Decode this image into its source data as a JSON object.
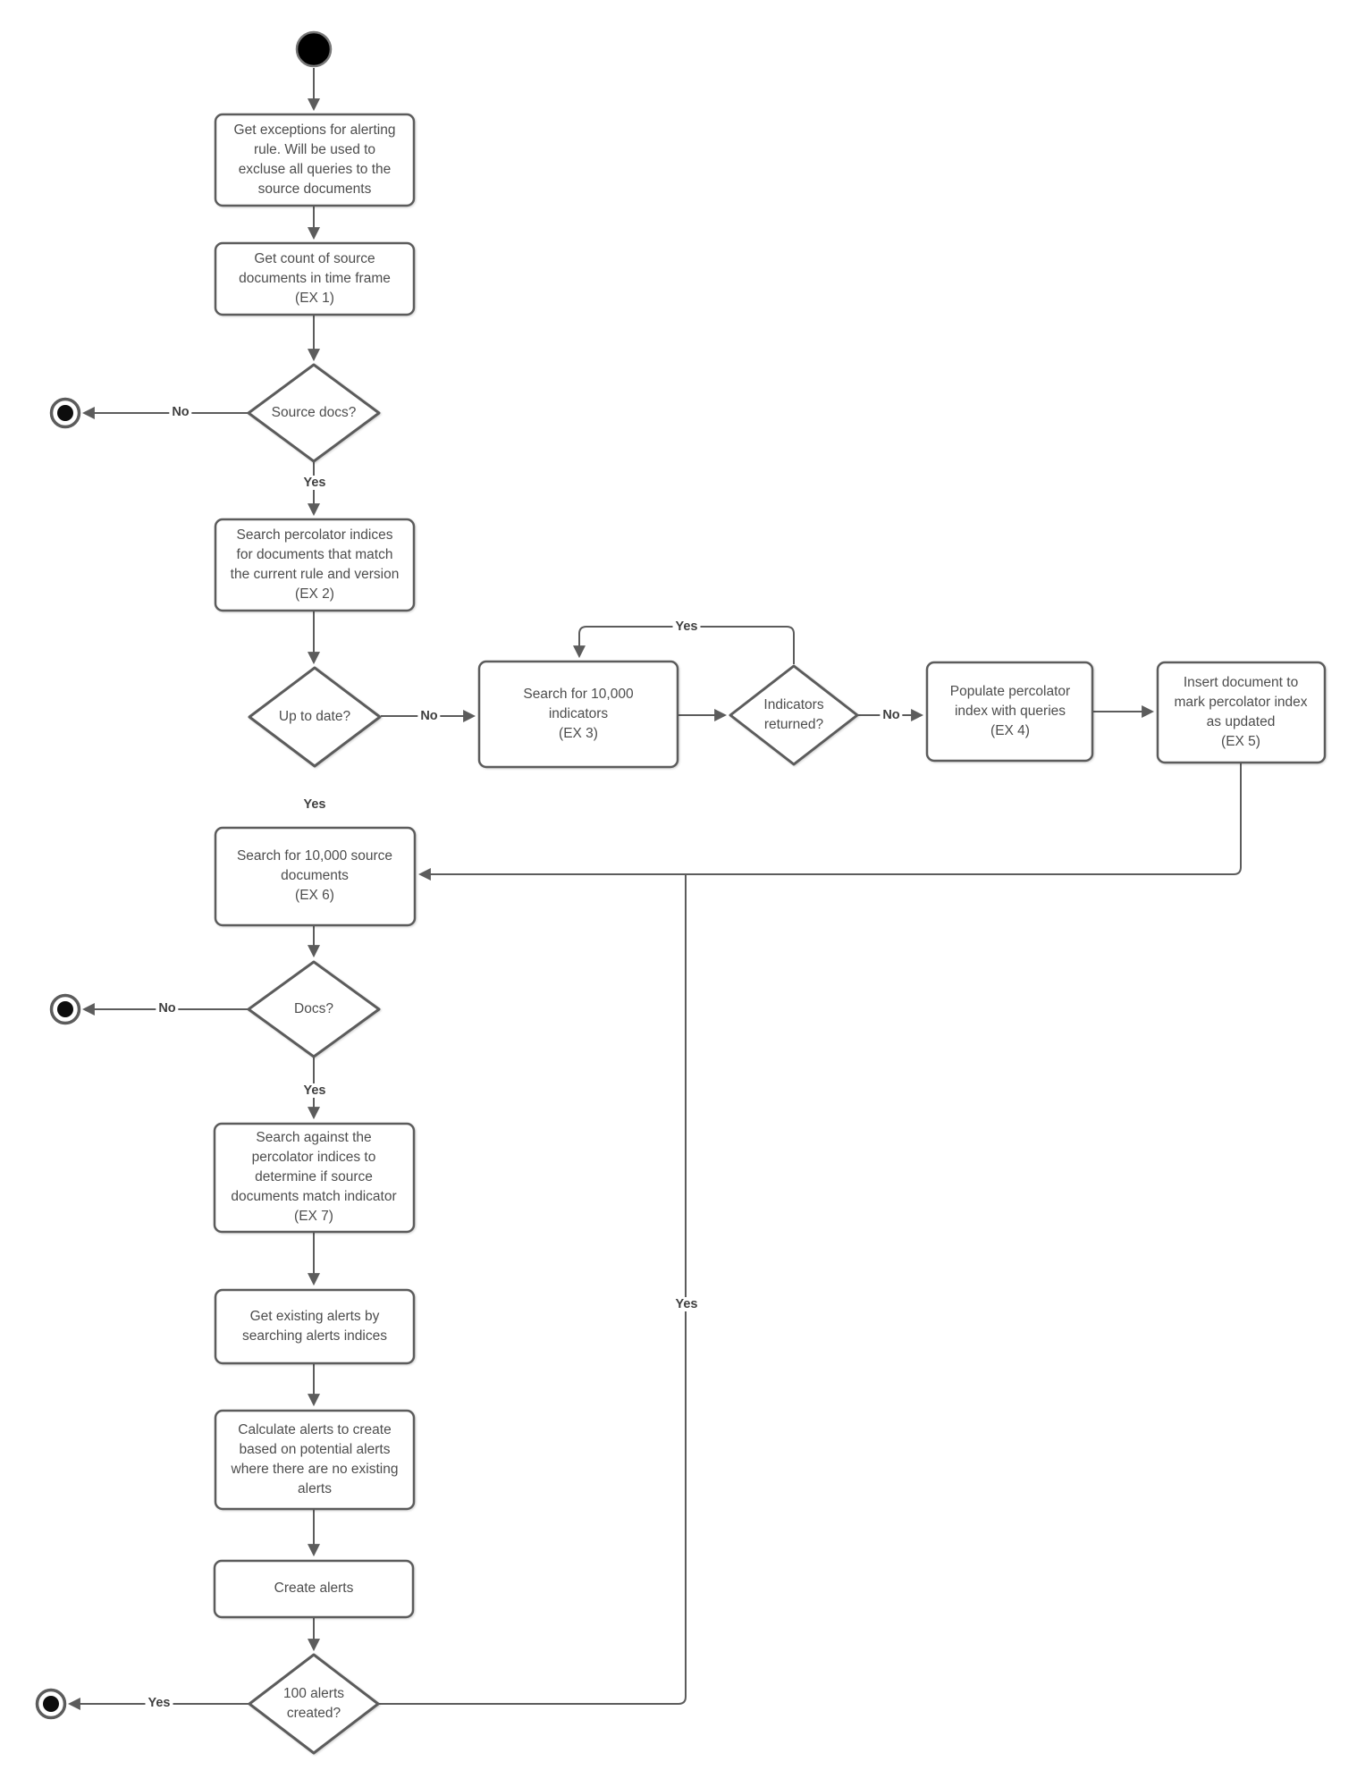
{
  "nodes": {
    "get_exceptions": "Get exceptions for alerting\nrule. Will be used to\nexcluse all queries to the\nsource documents",
    "get_count": "Get count of source\ndocuments in time frame\n(EX 1)",
    "source_docs_q": "Source docs?",
    "search_percolator": "Search percolator indices\nfor documents that match\nthe current rule and version\n(EX 2)",
    "up_to_date_q": "Up to date?",
    "search_indicators": "Search for 10,000\nindicators\n(EX 3)",
    "indicators_returned_q": "Indicators\nreturned?",
    "populate_percolator": "Populate percolator\nindex with queries\n(EX 4)",
    "insert_document": "Insert document to\nmark percolator index\nas updated\n(EX 5)",
    "search_source_docs": "Search for 10,000 source\ndocuments\n(EX 6)",
    "docs_q": "Docs?",
    "search_against_percolator": "Search against the\npercolator indices to\ndetermine if source\ndocuments match indicator\n(EX 7)",
    "get_existing_alerts": "Get existing alerts by\nsearching alerts indices",
    "calculate_alerts": "Calculate alerts to create\nbased on potential alerts\nwhere there are no existing\nalerts",
    "create_alerts": "Create alerts",
    "alerts_created_q": "100 alerts\ncreated?"
  },
  "edge_labels": {
    "source_docs_no": "No",
    "source_docs_yes": "Yes",
    "up_to_date_no": "No",
    "up_to_date_yes": "Yes",
    "indicators_loop_yes": "Yes",
    "indicators_no": "No",
    "docs_no": "No",
    "docs_yes": "Yes",
    "alerts_created_yes_end": "Yes",
    "alerts_created_yes_loop": "Yes"
  },
  "colors": {
    "stroke": "#5c5c5c",
    "node_text": "#4d4d4d",
    "label_text": "#3f3f3f",
    "node_fill": "#ffffff",
    "start_fill": "#000000",
    "background": "#ffffff"
  }
}
